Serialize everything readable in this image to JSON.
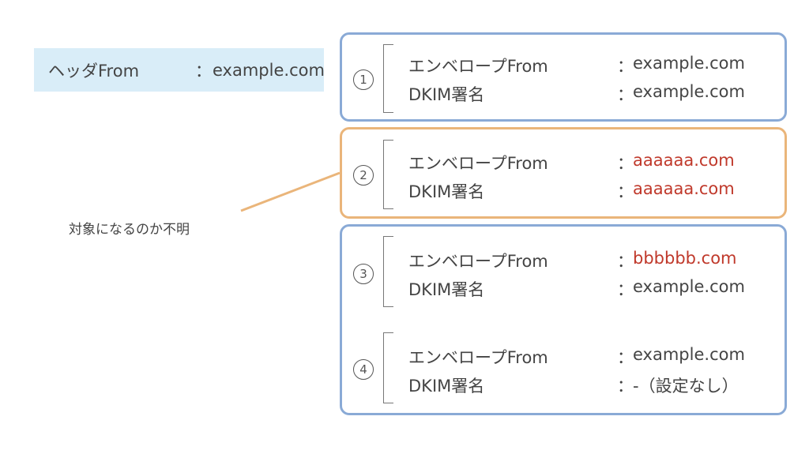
{
  "header_from": {
    "label": "ヘッダFrom",
    "colon": "：",
    "value": "example.com"
  },
  "annotation": "対象になるのか不明",
  "colors": {
    "blue_border": "#8aaad6",
    "orange_border": "#eab57a",
    "header_bg": "#d9edf8",
    "highlight_red": "#c0392b"
  },
  "cases": [
    {
      "number": "1",
      "rows": [
        {
          "label": "エンベロープFrom",
          "colon": "：",
          "value": "example.com"
        },
        {
          "label": "DKIM署名",
          "colon": "：",
          "value": "example.com"
        }
      ]
    },
    {
      "number": "2",
      "rows": [
        {
          "label": "エンベロープFrom",
          "colon": "：",
          "value": "aaaaaa.com"
        },
        {
          "label": "DKIM署名",
          "colon": "：",
          "value": "aaaaaa.com"
        }
      ]
    },
    {
      "number": "3",
      "rows": [
        {
          "label": "エンベロープFrom",
          "colon": "：",
          "value": "bbbbbb.com"
        },
        {
          "label": "DKIM署名",
          "colon": "：",
          "value": "example.com"
        }
      ]
    },
    {
      "number": "4",
      "rows": [
        {
          "label": "エンベロープFrom",
          "colon": "：",
          "value": "example.com"
        },
        {
          "label": "DKIM署名",
          "colon": "：",
          "value": "-（設定なし）"
        }
      ]
    }
  ]
}
